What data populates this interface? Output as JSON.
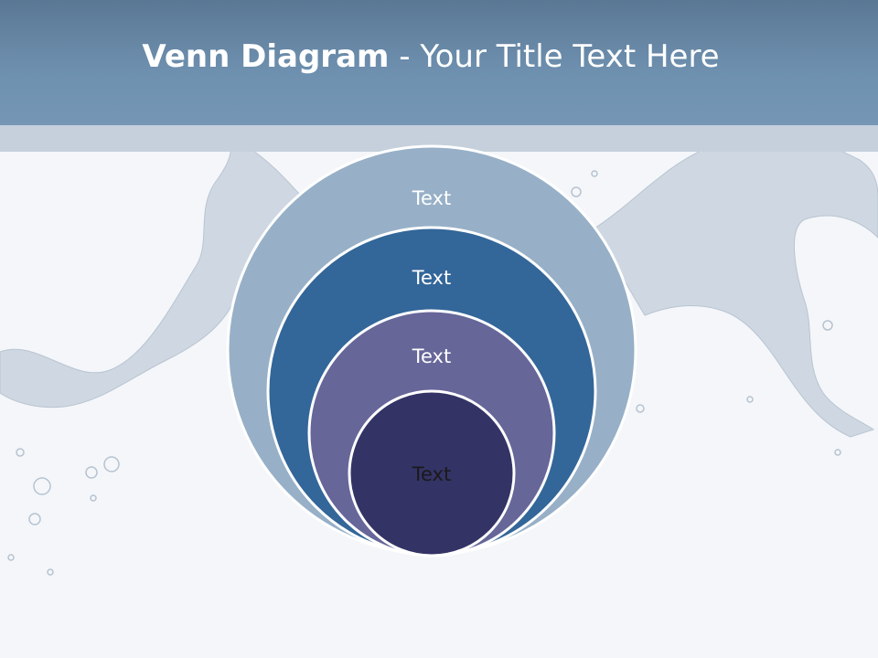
{
  "slide": {
    "title_bold": "Venn Diagram",
    "title_rest": " - Your Title Text Here"
  },
  "diagram": {
    "rings": [
      {
        "label": "Text",
        "color": "#97b0c7",
        "text_color": "#ffffff"
      },
      {
        "label": "Text",
        "color": "#336699",
        "text_color": "#ffffff"
      },
      {
        "label": "Text",
        "color": "#666699",
        "text_color": "#ffffff"
      },
      {
        "label": "Text",
        "color": "#333366",
        "text_color": "#1a1a1a"
      }
    ]
  },
  "colors": {
    "header": "#6f91b0",
    "strip": "#c5d0dc",
    "background": "#f4f6f9"
  }
}
